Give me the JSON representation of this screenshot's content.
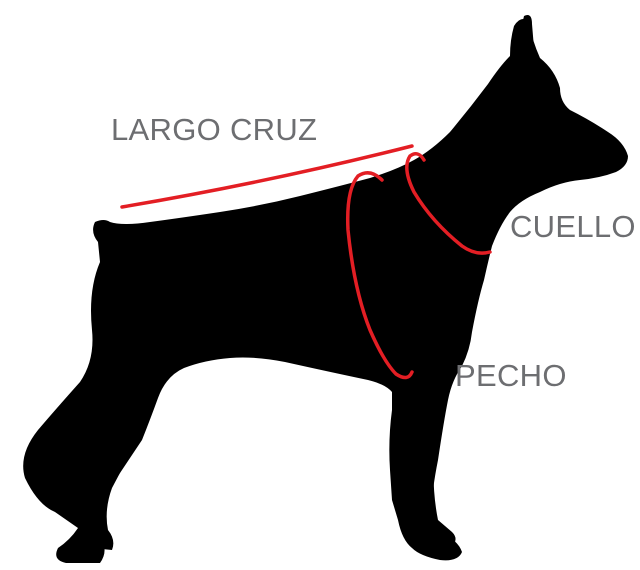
{
  "labels": {
    "back_length": "LARGO CRUZ",
    "neck": "CUELLO",
    "chest": "PECHO"
  },
  "colors": {
    "silhouette": "#000000",
    "measure_line": "#e31e24",
    "label_text": "#6d6e71",
    "background": "#ffffff"
  },
  "figure": {
    "subject": "dog-silhouette-doberman",
    "measurements": [
      "back_length",
      "neck",
      "chest"
    ]
  }
}
